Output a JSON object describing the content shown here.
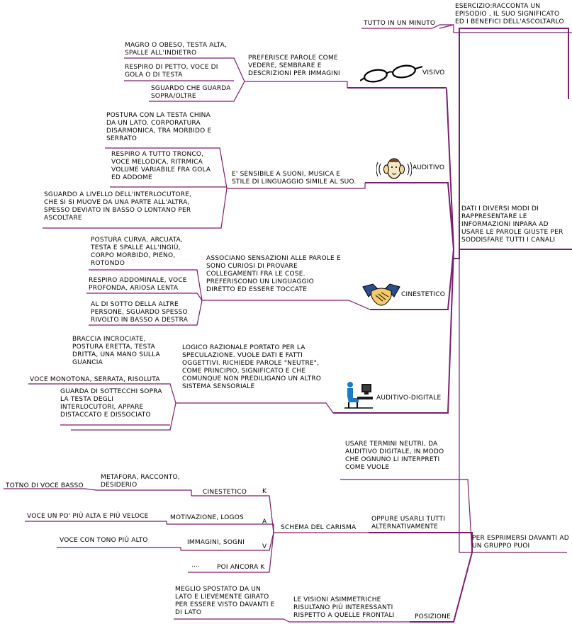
{
  "root": {
    "line1": "DATI I DIVERSI MODI  DI",
    "line2": "RAPPRESENTARE LE",
    "line3": "INFORMAZIONI INPARA AD",
    "line4": "USARE LE PAROLE GIUSTE PER",
    "line5": "SODDISFARE TUTTI I CANALI"
  },
  "minuto": {
    "label": "TUTTO IN UN MINUTO",
    "ex1": "ESERCIZIO:RACCONTA UN",
    "ex2": "EPISODIO , IL SUO SIGNIFICATO",
    "ex3": "ED I BENEFICI DELL'ASCOLTARLO"
  },
  "visivo": {
    "label": "VISIVO",
    "desc1": "PREFERISCE PAROLE COME",
    "desc2": "VEDERE, SEMBRARE E",
    "desc3": "DESCRIZIONI PER IMMAGINI",
    "a1": "MAGRO O OBESO, TESTA ALTA,",
    "a2": "SPALLE ALL'INDIETRO",
    "b1": "RESPIRO DI PETTO, VOCE DI",
    "b2": "GOLA O DI TESTA",
    "c1": "SGUARDO CHE GUARDA",
    "c2": "SOPRA/OLTRE"
  },
  "auditivo": {
    "label": "AUDITIVO",
    "desc1": "E' SENSIBILE A SUONI, MUSICA E",
    "desc2": "STILE DI LINGUAGGIO SIMILE AL SUO.",
    "a1": "POSTURA CON LA TESTA CHINA",
    "a2": "DA UN LATO. CORPORATURA",
    "a3": "DISARMONICA, TRA MORBIDO E",
    "a4": "SERRATO",
    "b1": "RESPIRO A TUTTO TRONCO,",
    "b2": "VOCE MELODICA, RITRMICA",
    "b3": "VOLUME VARIABILE FRA GOLA",
    "b4": "ED ADDOME",
    "c1": "SGUARDO A LIVELLO DELL'INTERLOCUTORE,",
    "c2": "CHE SI SI MUOVE DA UNA PARTE ALL'ALTRA,",
    "c3": "SPESSO DEVIATO IN BASSO O LONTANO PER",
    "c4": "ASCOLTARE"
  },
  "cinestetico": {
    "label": "CINESTETICO",
    "desc1": "ASSOCIANO SENSAZIONI ALLE PAROLE E",
    "desc2": "SONO CURIOSI DI PROVARE",
    "desc3": "COLLEGAMENTI FRA LE COSE.",
    "desc4": "PREFERISCONO UN LINGUAGGIO",
    "desc5": "DIRETTO ED ESSERE TOCCATE",
    "a1": "POSTURA CURVA, ARCUATA,",
    "a2": "TESTA E SPALLE ALL'INGIÙ,",
    "a3": "CORPO MORBIDO, PIENO,",
    "a4": "ROTONDO",
    "b1": "RESPIRO ADDOMINALE, VOCE",
    "b2": "PROFONDA, ARIOSA LENTA",
    "c1": "AL DI SOTTO DELLA ALTRE",
    "c2": "PERSONE, SGUARDO SPESSO",
    "c3": "RIVOLTO IN BASSO A DESTRA"
  },
  "digitale": {
    "label": "AUDITIVO-DIGITALE",
    "desc1": "LOGICO RAZIONALE PORTATO PER LA",
    "desc2": "SPECULAZIONE. VUOLE DATI E FATTI",
    "desc3": "OGGETTIVI. RICHIEDE PAROLE \"NEUTRE\",",
    "desc4": "COME PRINCIPIO, SIGNIFICATO E CHE",
    "desc5": "COMUNQUE NON PREDILIGANO UN ALTRO",
    "desc6": "SISTEMA SENSORIALE",
    "a1": "BRACCIA INCROCIATE,",
    "a2": "POSTURA ERETTA, TESTA",
    "a3": "DRITTA, UNA MANO SULLA",
    "a4": "GUANCIA",
    "b1": "VOCE MONOTONA, SERRATA, RISOLUTA",
    "c1": "GUARDA DI SOTTECCHI SOPRA",
    "c2": "LA TESTA DEGLI",
    "c3": "INTERLOCUTORI, APPARE",
    "c4": "DISTACCATO E DISSOCIATO"
  },
  "esprimersi": {
    "l1": "PER ESPRIMERSI DAVANTI AD",
    "l2": "UN GRUPPO PUOI",
    "neutri1": "USARE TERMINI NEUTRI, DA",
    "neutri2": "AUDITIVO DIGITALE, IN MODO",
    "neutri3": "CHE OGNUNO LI INTERPRETI",
    "neutri4": "COME VUOLE",
    "alt1": "OPPURE USARLI TUTTI",
    "alt2": "ALTERNATIVAMENTE",
    "schema": "SCHEMA DEL CARISMA",
    "k": "K",
    "a": "A",
    "v": "V",
    "k2": "POI ANCORA K",
    "dots": "....",
    "cin": "CINESTETICO",
    "met1": "METAFORA, RACCONTO,",
    "met2": "DESIDERIO",
    "tono1": "TOTNO DI VOCE BASSO",
    "mot": "MOTIVAZIONE, LOGOS",
    "voce2": "VOCE UN PO' PIÙ ALTA E PIÙ VELOCE",
    "imm": "IMMAGINI, SOGNI",
    "voce3": "VOCE CON TONO PIÙ ALTO",
    "pos": "POSIZIONE",
    "vis1": "LE VISIONI ASIMMETRICHE",
    "vis2": "RISULTANO PIÙ INTERESSANTI",
    "vis3": "RISPETTO A QUELLE FRONTALI",
    "meglio1": "MEGLIO SPOSTATO DA UN",
    "meglio2": "LATO E LIEVEMENTE GIRATO",
    "meglio3": "PER ESSERE VISTO DAVANTI E",
    "meglio4": "DI LATO"
  },
  "icons": [
    "glasses-icon",
    "ear-face-icon",
    "handshake-icon",
    "computer-user-icon"
  ],
  "colors": {
    "line": "#7a1f6e"
  }
}
